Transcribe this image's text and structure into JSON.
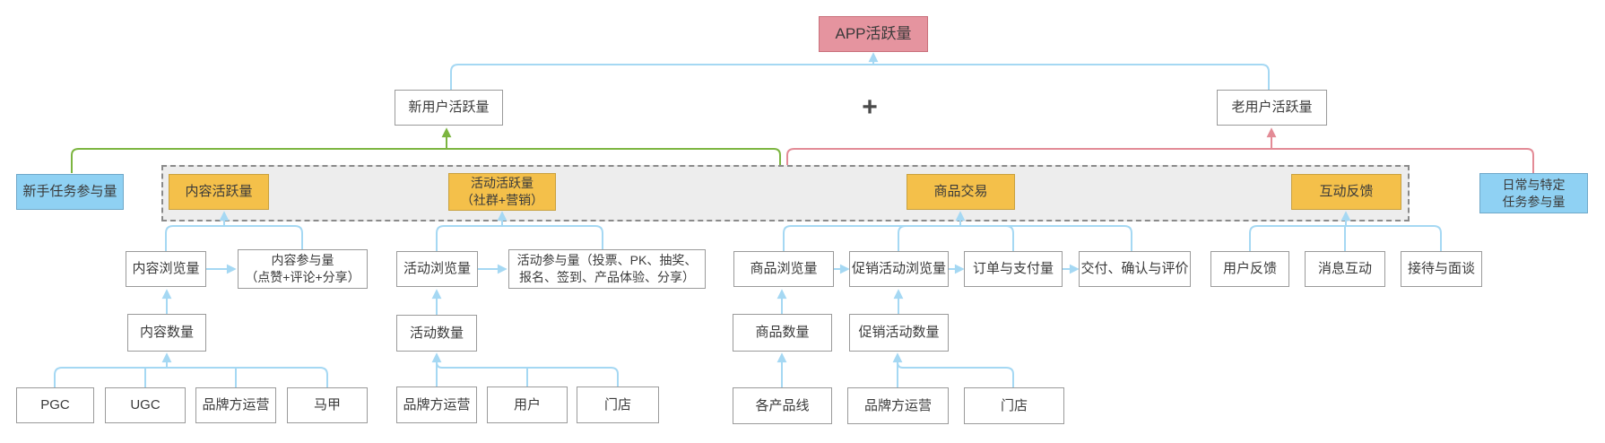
{
  "diagram": {
    "plus_label": "+",
    "colors": {
      "root_fill": "#E5949F",
      "root_border": "#C9707B",
      "key_fill": "#F4C04A",
      "key_border": "#C9A13E",
      "side_fill": "#8FD1F3",
      "side_border": "#6FA8C9",
      "container_fill": "#EDEDED",
      "container_border": "#8A8A8A",
      "connector_blue": "#A5D8F3",
      "connector_green": "#7CB540",
      "connector_red": "#E38B96",
      "box_border": "#9A9A9A",
      "text": "#3A3A3A"
    },
    "nodes": {
      "app": "APP活跃量",
      "new_user": "新用户活跃量",
      "old_user": "老用户活跃量",
      "newbie_task": "新手任务参与量",
      "daily_task": "日常与特定\n任务参与量",
      "content_activity": "内容活跃量",
      "event_activity": "活动活跃量\n（社群+营销）",
      "goods_trade": "商品交易",
      "interaction": "互动反馈",
      "content_views": "内容浏览量",
      "content_engage": "内容参与量\n（点赞+评论+分享）",
      "content_count": "内容数量",
      "pgc": "PGC",
      "ugc": "UGC",
      "brand_ops_content": "品牌方运营",
      "vest": "马甲",
      "event_views": "活动浏览量",
      "event_engage": "活动参与量（投票、PK、抽奖、\n报名、签到、产品体验、分享）",
      "event_count": "活动数量",
      "brand_ops_event": "品牌方运营",
      "user": "用户",
      "store_event": "门店",
      "goods_views": "商品浏览量",
      "promo_views": "促销活动浏览量",
      "order_pay": "订单与支付量",
      "delivery": "交付、确认与评价",
      "goods_count": "商品数量",
      "promo_count": "促销活动数量",
      "product_lines": "各产品线",
      "brand_ops_goods": "品牌方运营",
      "store_goods": "门店",
      "user_feedback": "用户反馈",
      "message_interact": "消息互动",
      "reception": "接待与面谈"
    }
  }
}
